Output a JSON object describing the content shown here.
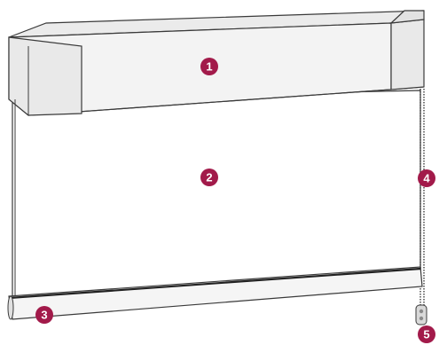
{
  "colors": {
    "line": "#3a3a3a",
    "cassette_front": "#f3f3f3",
    "cassette_top": "#ebebeb",
    "end_cap": "#e9e9e9",
    "fabric": "#ffffff",
    "bottom_rail": "#f5f5f5",
    "marker": "#a21a4a",
    "marker_text": "#ffffff"
  },
  "markers": [
    {
      "label": "1",
      "part": "cassette-headrail"
    },
    {
      "label": "2",
      "part": "fabric-panel"
    },
    {
      "label": "3",
      "part": "bottom-rail"
    },
    {
      "label": "4",
      "part": "control-chain"
    },
    {
      "label": "5",
      "part": "chain-tensioner"
    }
  ]
}
